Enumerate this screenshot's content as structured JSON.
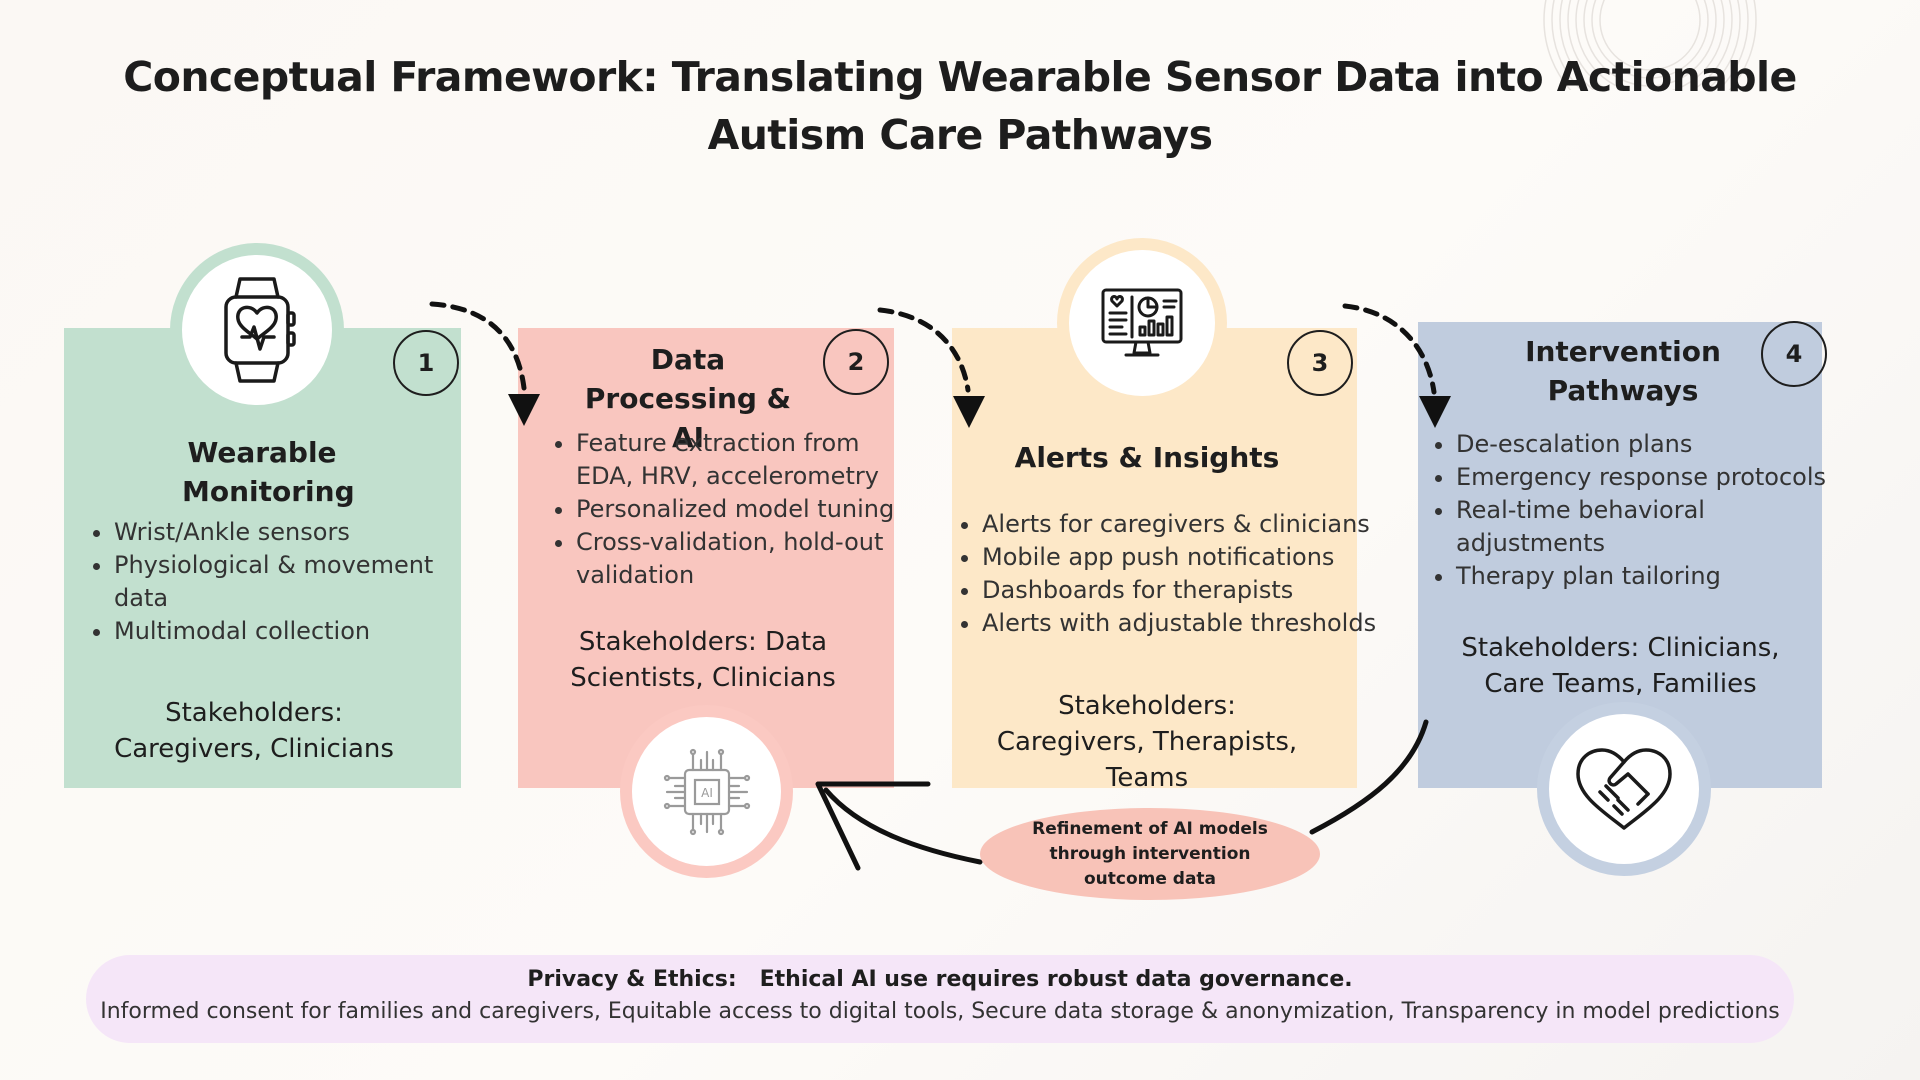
{
  "title": "Conceptual Framework: Translating Wearable Sensor Data into Actionable Autism Care Pathways",
  "colors": {
    "card1": "#c2e0cf",
    "card2": "#f9c6bf",
    "card3": "#fde8c8",
    "card4": "#c0ccde",
    "ring1": "#c2e0cf",
    "ring2": "#fbc9c2",
    "ring3": "#fde8c8",
    "ring4": "#c4d0e1",
    "refine": "#f8c3b8",
    "privacy": "#f5e6f8"
  },
  "cards": [
    {
      "number": "1",
      "title": "Wearable Monitoring",
      "icon": "smartwatch-heart-icon",
      "bullets": [
        "Wrist/Ankle sensors",
        "Physiological & movement data",
        "Multimodal collection"
      ],
      "stakeholders": "Stakeholders: Caregivers, Clinicians"
    },
    {
      "number": "2",
      "title": "Data Processing & AI",
      "icon": "ai-chip-icon",
      "bullets": [
        "Feature extraction from EDA, HRV, accelerometry",
        "Personalized model tuning",
        "Cross-validation, hold-out validation"
      ],
      "stakeholders": "Stakeholders: Data Scientists, Clinicians"
    },
    {
      "number": "3",
      "title": "Alerts & Insights",
      "icon": "dashboard-monitor-icon",
      "bullets": [
        "Alerts for caregivers & clinicians",
        "Mobile app push notifications",
        "Dashboards for therapists",
        "Alerts with adjustable thresholds"
      ],
      "stakeholders": "Stakeholders: Caregivers, Therapists, Teams"
    },
    {
      "number": "4",
      "title": "Intervention Pathways",
      "icon": "heart-handshake-icon",
      "bullets": [
        "De-escalation plans",
        "Emergency response protocols",
        "Real-time behavioral adjustments",
        "Therapy plan tailoring"
      ],
      "stakeholders": "Stakeholders: Clinicians, Care Teams, Families"
    }
  ],
  "feedback": "Refinement of AI models through intervention outcome data",
  "privacy": {
    "heading": "Privacy & Ethics:   Ethical AI use requires robust data governance.",
    "body": "Informed consent for families and caregivers, Equitable access to digital tools, Secure data storage & anonymization, Transparency in model predictions"
  }
}
